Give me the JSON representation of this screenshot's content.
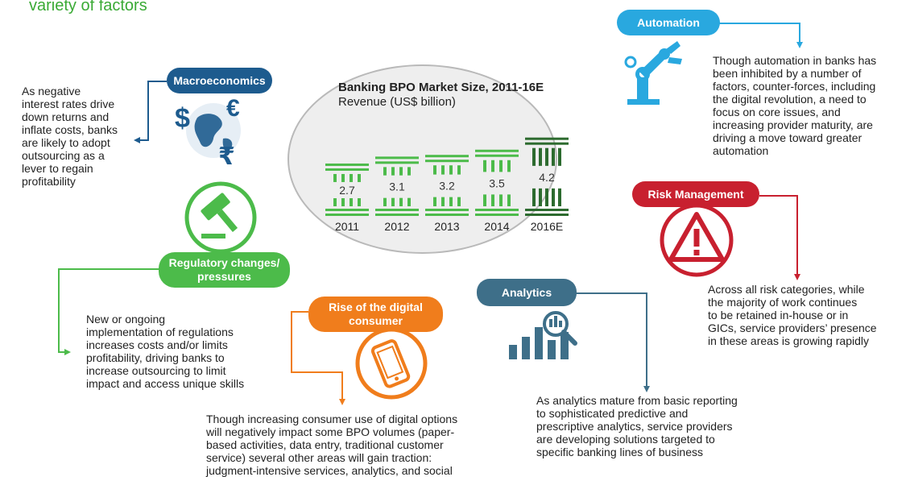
{
  "header": {
    "title_fragment": "variety of factors"
  },
  "colors": {
    "green_title": "#3aaa35",
    "automation": "#29a8df",
    "macro": "#1d5b8e",
    "regulatory": "#4cbb4a",
    "digital": "#f07d1c",
    "analytics": "#3e6f89",
    "risk": "#c8202f",
    "chart_green": "#4cbb4a",
    "chart_dark": "#2d6b2f"
  },
  "sections": {
    "automation": {
      "label": "Automation",
      "icon": "robot-arm-icon",
      "text": [
        "Though automation in banks has",
        "been inhibited by a number of",
        "factors, counter-forces, including",
        "the digital revolution, a need to",
        "focus on core issues, and",
        "increasing provider maturity, are",
        "driving a move toward greater",
        "automation"
      ]
    },
    "macroeconomics": {
      "label": "Macroeconomics",
      "icon": "currency-globe-icon",
      "text": [
        "As negative",
        "interest rates drive",
        "down returns and",
        "inflate costs, banks",
        "are likely to adopt",
        "outsourcing as a",
        "lever to regain",
        "profitability"
      ]
    },
    "regulatory": {
      "label_lines": [
        "Regulatory changes/",
        "pressures"
      ],
      "icon": "gavel-icon",
      "text": [
        "New or ongoing",
        "implementation of regulations",
        "increases costs and/or limits",
        "profitability, driving banks to",
        "increase outsourcing to limit",
        "impact and access unique skills"
      ]
    },
    "digital": {
      "label_lines": [
        "Rise of the digital",
        "consumer"
      ],
      "icon": "smartphone-icon",
      "text": [
        "Though increasing consumer use of digital options",
        "will negatively impact some BPO volumes (paper-",
        "based activities, data entry, traditional customer",
        "service) several other areas will gain traction:",
        "judgment-intensive services, analytics, and social"
      ]
    },
    "analytics": {
      "label": "Analytics",
      "icon": "bar-chart-magnifier-icon",
      "text": [
        "As analytics mature from basic reporting",
        "to sophisticated predictive and",
        "prescriptive analytics, service providers",
        "are developing solutions targeted to",
        "specific banking lines of business"
      ]
    },
    "risk": {
      "label": "Risk Management",
      "icon": "warning-triangle-icon",
      "text": [
        "Across all risk categories, while",
        "the majority of work continues",
        "to be retained in-house or in",
        "GICs, service providers’ presence",
        "in these areas is growing rapidly"
      ]
    }
  },
  "chart_data": {
    "type": "bar",
    "title": "Banking BPO Market Size, 2011-16E",
    "subtitle": "Revenue (US$ billion)",
    "categories": [
      "2011",
      "2012",
      "2013",
      "2014",
      "2016E"
    ],
    "values": [
      2.7,
      3.1,
      3.2,
      3.5,
      4.2
    ],
    "value_labels": [
      "2.7",
      "3.1",
      "3.2",
      "3.5",
      "4.2"
    ],
    "style": "pillar",
    "highlight_last": true
  }
}
